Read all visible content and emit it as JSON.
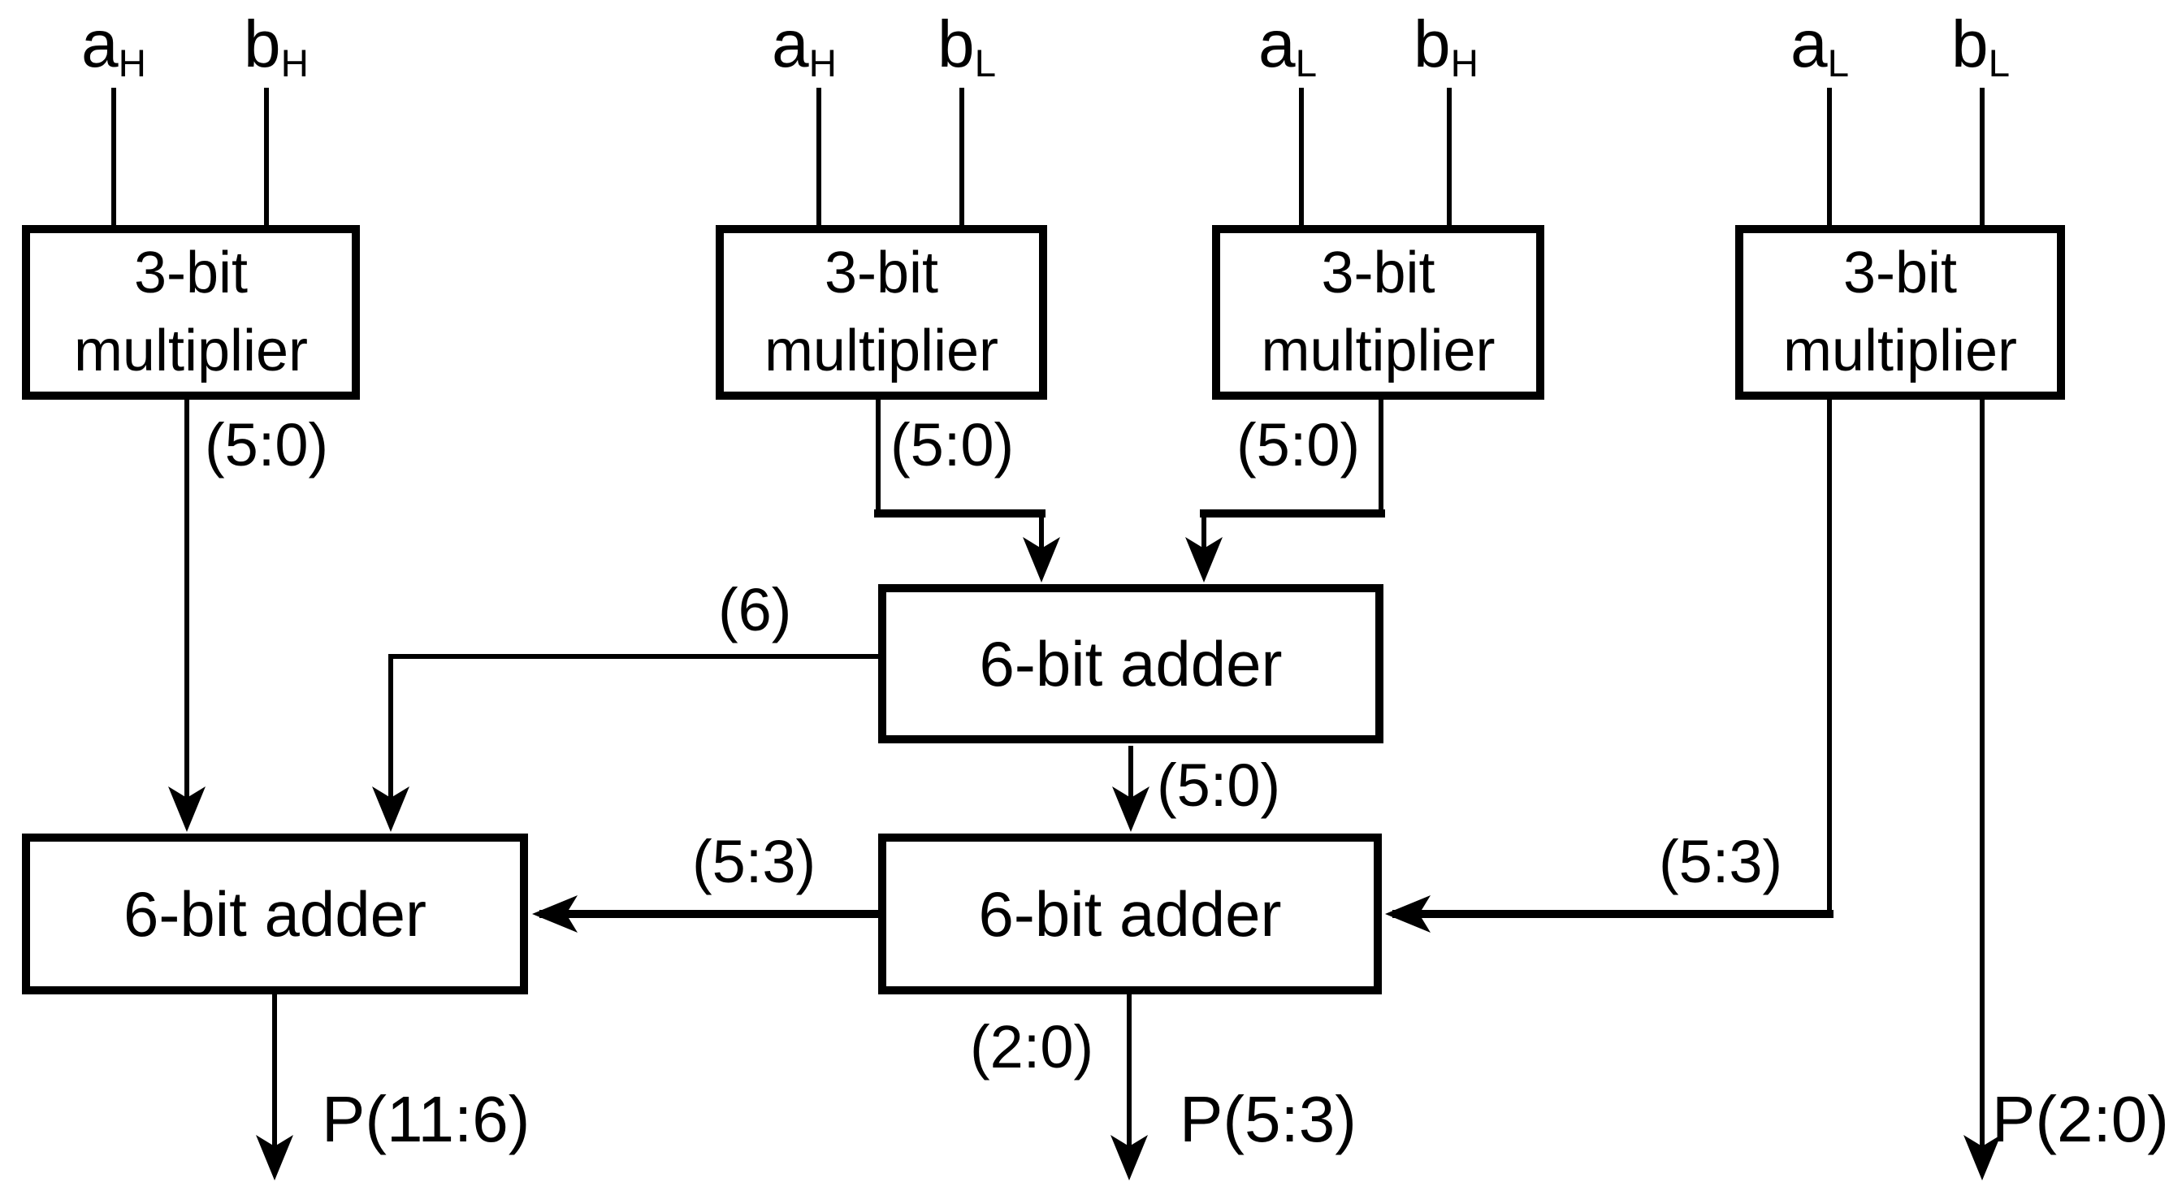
{
  "figure": {
    "type": "circuit-block-diagram",
    "description_colors": {
      "background": "#ffffff",
      "stroke": "#000000"
    }
  },
  "multipliers": [
    {
      "name_line1": "3-bit",
      "name_line2": "multiplier",
      "input_a": {
        "base": "a",
        "sub": "H"
      },
      "input_b": {
        "base": "b",
        "sub": "H"
      },
      "output_label": "(5:0)"
    },
    {
      "name_line1": "3-bit",
      "name_line2": "multiplier",
      "input_a": {
        "base": "a",
        "sub": "H"
      },
      "input_b": {
        "base": "b",
        "sub": "L"
      },
      "output_label": "(5:0)"
    },
    {
      "name_line1": "3-bit",
      "name_line2": "multiplier",
      "input_a": {
        "base": "a",
        "sub": "L"
      },
      "input_b": {
        "base": "b",
        "sub": "H"
      },
      "output_label": "(5:0)"
    },
    {
      "name_line1": "3-bit",
      "name_line2": "multiplier",
      "input_a": {
        "base": "a",
        "sub": "L"
      },
      "input_b": {
        "base": "b",
        "sub": "L"
      },
      "output_left_label": "(5:3)"
    }
  ],
  "adders": [
    {
      "label": "6-bit adder",
      "carry_label": "(6)",
      "sum_label": "(5:0)"
    },
    {
      "label": "6-bit adder",
      "carry_label": "(5:3)",
      "sum_label": "(2:0)"
    },
    {
      "label": "6-bit adder"
    }
  ],
  "products": [
    {
      "label": "P(11:6)"
    },
    {
      "label": "P(5:3)"
    },
    {
      "label": "P(2:0)"
    }
  ]
}
